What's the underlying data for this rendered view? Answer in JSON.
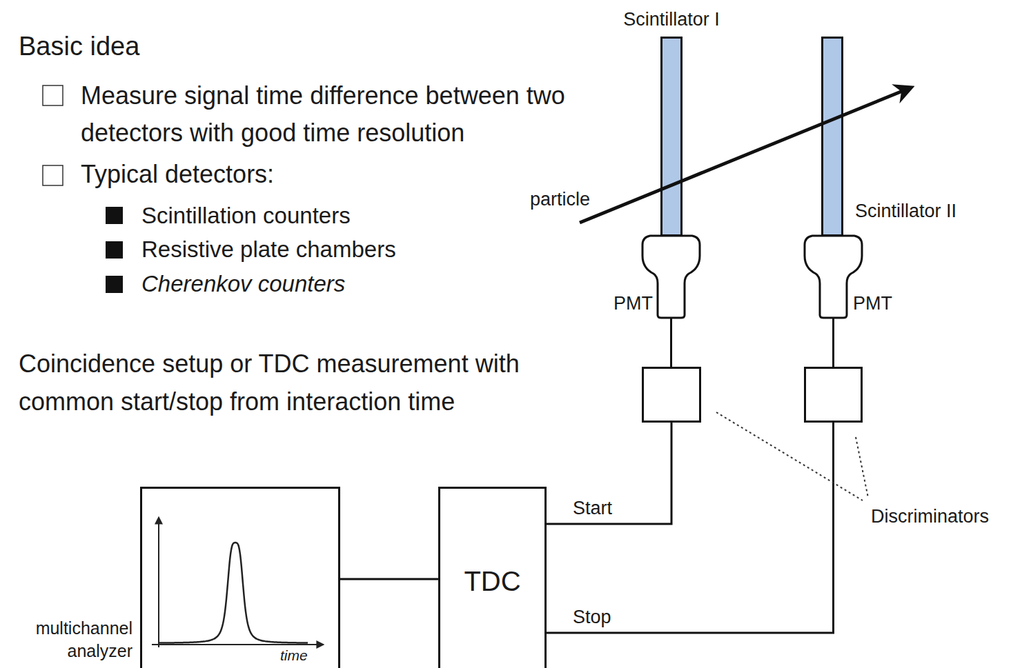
{
  "diagram": {
    "title": "Basic idea",
    "nodes": [
      {
        "text": [
          "Scintillator I"
        ]
      },
      {
        "text": [
          "Scintillator II"
        ]
      },
      {
        "text": [
          "PMT"
        ]
      },
      {
        "text": [
          "PMT"
        ]
      },
      {
        "text": []
      },
      {
        "text": []
      },
      {
        "text": [
          "time",
          "multichannel analyzer"
        ]
      },
      {
        "text": [
          "TDC"
        ]
      }
    ],
    "edges": [
      {
        "from": 2,
        "to": 4,
        "arrow": "none"
      },
      {
        "from": 3,
        "to": 5,
        "arrow": "none"
      },
      {
        "from": 4,
        "to": 7,
        "label": "Start",
        "arrow": "none"
      },
      {
        "from": 5,
        "to": 7,
        "label": "Stop",
        "arrow": "none"
      },
      {
        "from": 7,
        "to": 6,
        "arrow": "none"
      }
    ],
    "labels": [
      "Measure signal time difference between two detectors with good time resolution",
      "Typical detectors:",
      "Scintillation counters",
      "Resistive plate chambers",
      "Cherenkov counters",
      "Coincidence setup or TDC measurement with common start/stop from interaction time",
      "particle",
      "Discriminators"
    ]
  }
}
